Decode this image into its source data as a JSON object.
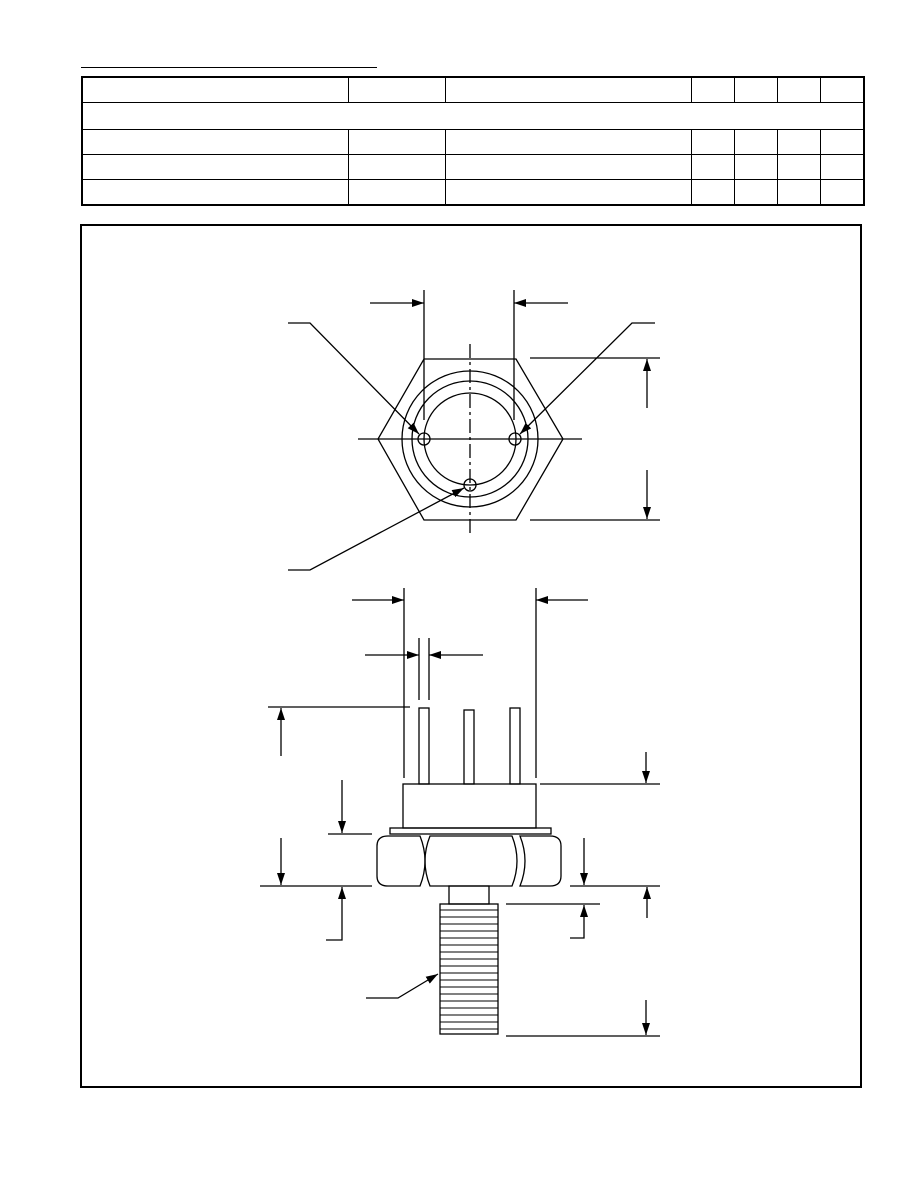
{
  "spec_table": {
    "rows": [
      [
        "",
        "",
        "",
        "",
        "",
        "",
        ""
      ],
      [
        ""
      ],
      [
        "",
        "",
        "",
        "",
        "",
        "",
        ""
      ],
      [
        "",
        "",
        "",
        "",
        "",
        "",
        ""
      ],
      [
        "",
        "",
        "",
        "",
        "",
        "",
        ""
      ]
    ]
  },
  "drawing": {
    "top_view": "hex-package-top-view",
    "side_view": "stud-mount-side-view",
    "terminal_count": 3
  }
}
